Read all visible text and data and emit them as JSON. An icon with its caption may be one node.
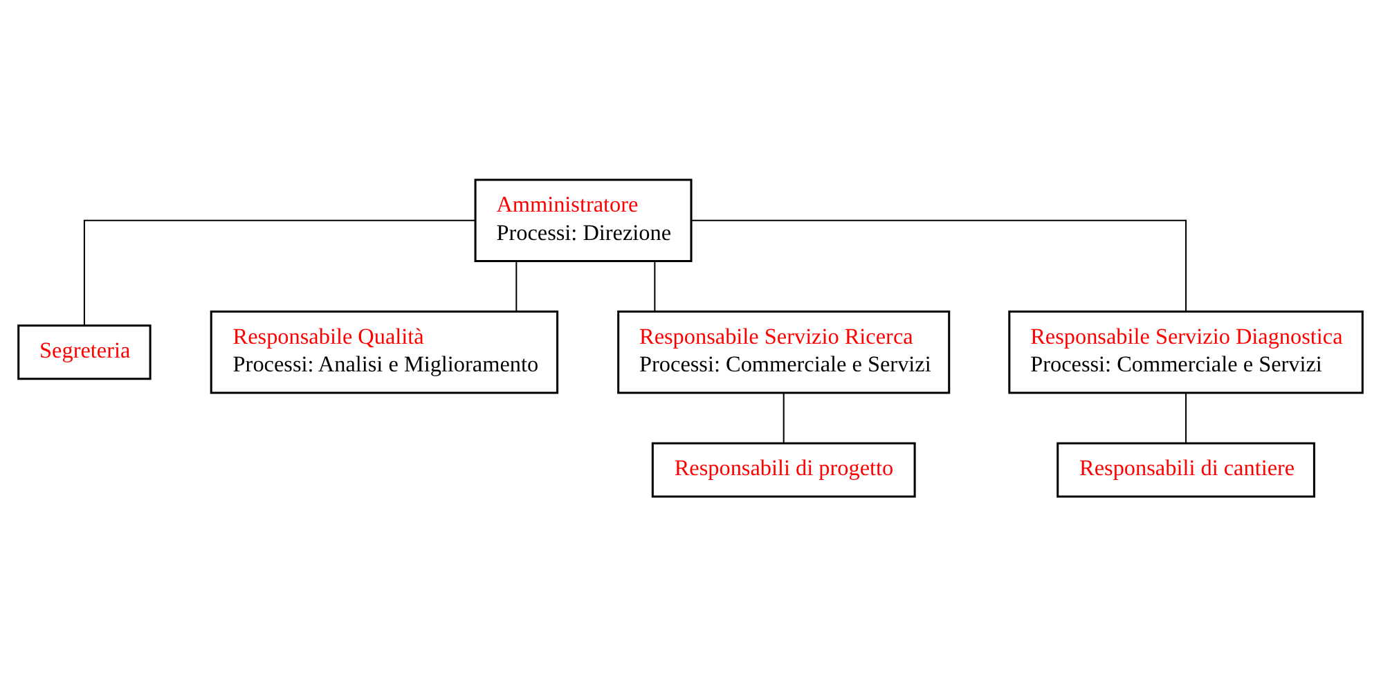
{
  "diagram": {
    "nodes": [
      {
        "text": [
          "Amministratore",
          "Processi: Direzione"
        ]
      },
      {
        "text": [
          "Segreteria"
        ]
      },
      {
        "text": [
          "Responsabile Qualità",
          "Processi: Analisi e Miglioramento"
        ]
      },
      {
        "text": [
          "Responsabile Servizio Ricerca",
          "Processi: Commerciale e Servizi"
        ]
      },
      {
        "text": [
          "Responsabile Servizio Diagnostica",
          "Processi: Commerciale e Servizi"
        ]
      },
      {
        "text": [
          "Responsabili di progetto"
        ]
      },
      {
        "text": [
          "Responsabili di cantiere"
        ]
      }
    ],
    "edges": [
      {
        "from": 0,
        "to": 1,
        "arrow": "none"
      },
      {
        "from": 0,
        "to": 2,
        "arrow": "none"
      },
      {
        "from": 0,
        "to": 3,
        "arrow": "none"
      },
      {
        "from": 0,
        "to": 4,
        "arrow": "none"
      },
      {
        "from": 3,
        "to": 5,
        "arrow": "none"
      },
      {
        "from": 4,
        "to": 6,
        "arrow": "none"
      }
    ]
  }
}
